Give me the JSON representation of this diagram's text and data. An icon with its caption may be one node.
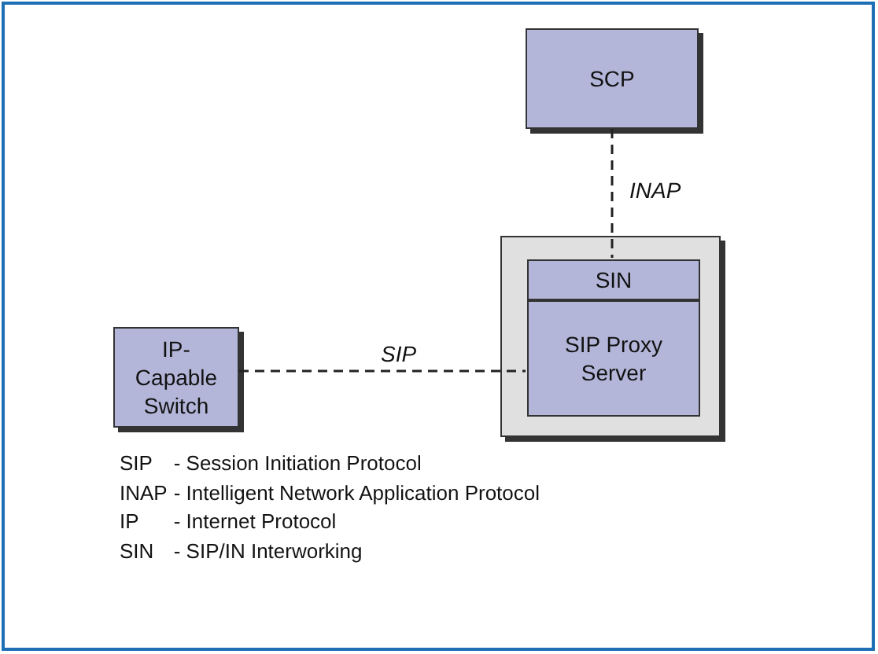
{
  "diagram": {
    "nodes": [
      {
        "text": [
          "SCP"
        ]
      },
      {
        "text": [],
        "shape": "box"
      },
      {
        "text": [
          "SIN"
        ],
        "in": 1
      },
      {
        "text": [
          "SIP Proxy Server"
        ],
        "in": 1
      },
      {
        "text": [
          "IP-Capable Switch"
        ]
      }
    ],
    "edges": [
      {
        "from": 0,
        "to": 2,
        "arrow": "none",
        "label": "INAP",
        "style": "dashed"
      },
      {
        "from": 4,
        "to": 3,
        "arrow": "none",
        "label": "SIP",
        "style": "dashed"
      }
    ],
    "labels": [
      "SIP",
      "- Session Initiation Protocol",
      "INAP",
      "- Intelligent Network Application Protocol",
      "IP",
      "- Internet Protocol",
      "SIN",
      "- SIP/IN Interworking"
    ]
  }
}
